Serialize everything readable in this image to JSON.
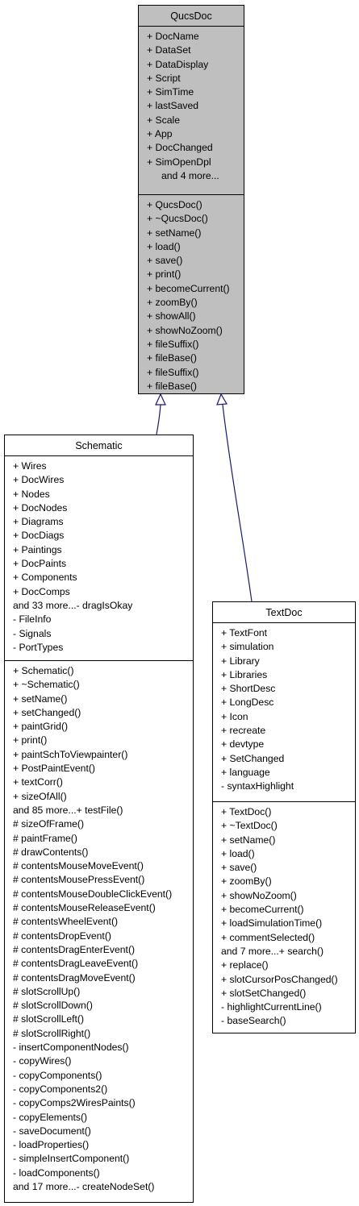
{
  "classes": {
    "qucsdoc": {
      "name": "QucsDoc",
      "attributes": [
        "+ DocName",
        "+ DataSet",
        "+ DataDisplay",
        "+ Script",
        "+ SimTime",
        "+ lastSaved",
        "+ Scale",
        "+ App",
        "+ DocChanged",
        "+ SimOpenDpl"
      ],
      "attributes_more": "and 4 more...",
      "methods": [
        "+ QucsDoc()",
        "+ ~QucsDoc()",
        "+ setName()",
        "+ load()",
        "+ save()",
        "+ print()",
        "+ becomeCurrent()",
        "+ zoomBy()",
        "+ showAll()",
        "+ showNoZoom()",
        "+ fileSuffix()",
        "+ fileBase()",
        "+ fileSuffix()",
        "+ fileBase()"
      ]
    },
    "schematic": {
      "name": "Schematic",
      "attributes": [
        "+ Wires",
        "+ DocWires",
        "+ Nodes",
        "+ DocNodes",
        "+ Diagrams",
        "+ DocDiags",
        "+ Paintings",
        "+ DocPaints",
        "+ Components",
        "+ DocComps",
        "and 33 more...- dragIsOkay",
        "- FileInfo",
        "- Signals",
        "- PortTypes"
      ],
      "methods": [
        "+ Schematic()",
        "+ ~Schematic()",
        "+ setName()",
        "+ setChanged()",
        "+ paintGrid()",
        "+ print()",
        "+ paintSchToViewpainter()",
        "+ PostPaintEvent()",
        "+ textCorr()",
        "+ sizeOfAll()",
        "and 85 more...+ testFile()",
        "# sizeOfFrame()",
        "# paintFrame()",
        "# drawContents()",
        "# contentsMouseMoveEvent()",
        "# contentsMousePressEvent()",
        "# contentsMouseDoubleClickEvent()",
        "# contentsMouseReleaseEvent()",
        "# contentsWheelEvent()",
        "# contentsDropEvent()",
        "# contentsDragEnterEvent()",
        "# contentsDragLeaveEvent()",
        "# contentsDragMoveEvent()",
        "# slotScrollUp()",
        "# slotScrollDown()",
        "# slotScrollLeft()",
        "# slotScrollRight()",
        "- insertComponentNodes()",
        "- copyWires()",
        "- copyComponents()",
        "- copyComponents2()",
        "- copyComps2WiresPaints()",
        "- copyElements()",
        "- saveDocument()",
        "- loadProperties()",
        "- simpleInsertComponent()",
        "- loadComponents()",
        "and 17 more...- createNodeSet()"
      ]
    },
    "textdoc": {
      "name": "TextDoc",
      "attributes": [
        "+ TextFont",
        "+ simulation",
        "+ Library",
        "+ Libraries",
        "+ ShortDesc",
        "+ LongDesc",
        "+ Icon",
        "+ recreate",
        "+ devtype",
        "+ SetChanged",
        "+ language",
        "- syntaxHighlight"
      ],
      "methods": [
        "+ TextDoc()",
        "+ ~TextDoc()",
        "+ setName()",
        "+ load()",
        "+ save()",
        "+ zoomBy()",
        "+ showNoZoom()",
        "+ becomeCurrent()",
        "+ loadSimulationTime()",
        "+ commentSelected()",
        "and 7 more...+ search()",
        "+ replace()",
        "+ slotCursorPosChanged()",
        "+ slotSetChanged()",
        "- highlightCurrentLine()",
        "- baseSearch()"
      ]
    }
  },
  "colors": {
    "base_fill": "#bfbfbf",
    "derived_fill": "#ffffff",
    "edge": "#191970"
  }
}
